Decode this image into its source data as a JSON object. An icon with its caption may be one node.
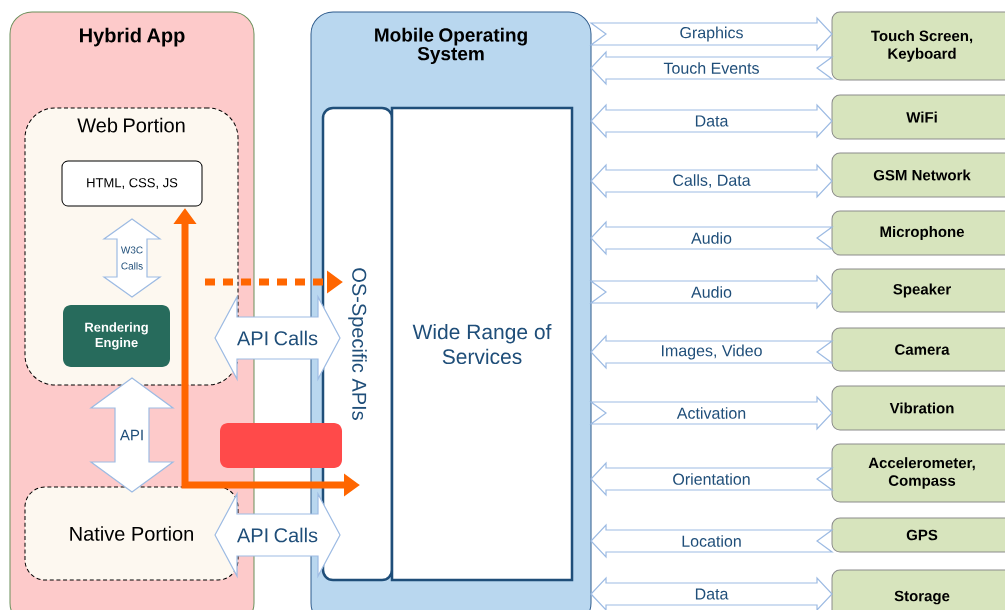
{
  "diagram": {
    "nodes": [
      {
        "text": [
          "Hybrid App"
        ]
      },
      {
        "text": [
          "Web Portion"
        ],
        "in": 0
      },
      {
        "text": [
          "HTML, CSS, JS"
        ],
        "in": 1
      },
      {
        "text": [
          "Rendering Engine"
        ],
        "in": 1
      },
      {
        "text": [
          "Native Portion"
        ],
        "in": 0
      },
      {
        "text": [
          "Mobile Operating System"
        ]
      },
      {
        "text": [
          "OS-Specific APIs"
        ],
        "in": 5
      },
      {
        "text": [
          "Wide Range of Services"
        ],
        "in": 5
      },
      {
        "text": [],
        "shape": "box"
      },
      {
        "text": [
          "Touch Screen, Keyboard"
        ]
      },
      {
        "text": [
          "WiFi"
        ]
      },
      {
        "text": [
          "GSM Network"
        ]
      },
      {
        "text": [
          "Microphone"
        ]
      },
      {
        "text": [
          "Speaker"
        ]
      },
      {
        "text": [
          "Camera"
        ]
      },
      {
        "text": [
          "Vibration"
        ]
      },
      {
        "text": [
          "Accelerometer, Compass"
        ]
      },
      {
        "text": [
          "GPS"
        ]
      },
      {
        "text": [
          "Storage"
        ]
      }
    ],
    "edges": [
      {
        "from": 2,
        "to": 3,
        "arrow": "both",
        "label": "W3C Calls"
      },
      {
        "from": 1,
        "to": 4,
        "arrow": "both",
        "label": "API"
      },
      {
        "from": 1,
        "to": 6,
        "arrow": "both",
        "label": "API Calls"
      },
      {
        "from": 4,
        "to": 6,
        "arrow": "both",
        "label": "API Calls"
      },
      {
        "from": 2,
        "to": 6,
        "arrow": "both",
        "color": "#ff6600"
      },
      {
        "from": null,
        "to": 6,
        "arrow": "to",
        "style": "dashed",
        "color": "#ff6600"
      },
      {
        "from": 5,
        "to": 9,
        "arrow": "to",
        "label": "Graphics"
      },
      {
        "from": 9,
        "to": 5,
        "arrow": "to",
        "label": "Touch Events"
      },
      {
        "from": 5,
        "to": 10,
        "arrow": "both",
        "label": "Data"
      },
      {
        "from": 5,
        "to": 11,
        "arrow": "both",
        "label": "Calls, Data"
      },
      {
        "from": 12,
        "to": 5,
        "arrow": "to",
        "label": "Audio"
      },
      {
        "from": 5,
        "to": 13,
        "arrow": "to",
        "label": "Audio"
      },
      {
        "from": 14,
        "to": 5,
        "arrow": "to",
        "label": "Images, Video"
      },
      {
        "from": 5,
        "to": 15,
        "arrow": "to",
        "label": "Activation"
      },
      {
        "from": 16,
        "to": 5,
        "arrow": "to",
        "label": "Orientation"
      },
      {
        "from": 17,
        "to": 5,
        "arrow": "to",
        "label": "Location"
      },
      {
        "from": 5,
        "to": 18,
        "arrow": "both",
        "label": "Data"
      }
    ]
  }
}
